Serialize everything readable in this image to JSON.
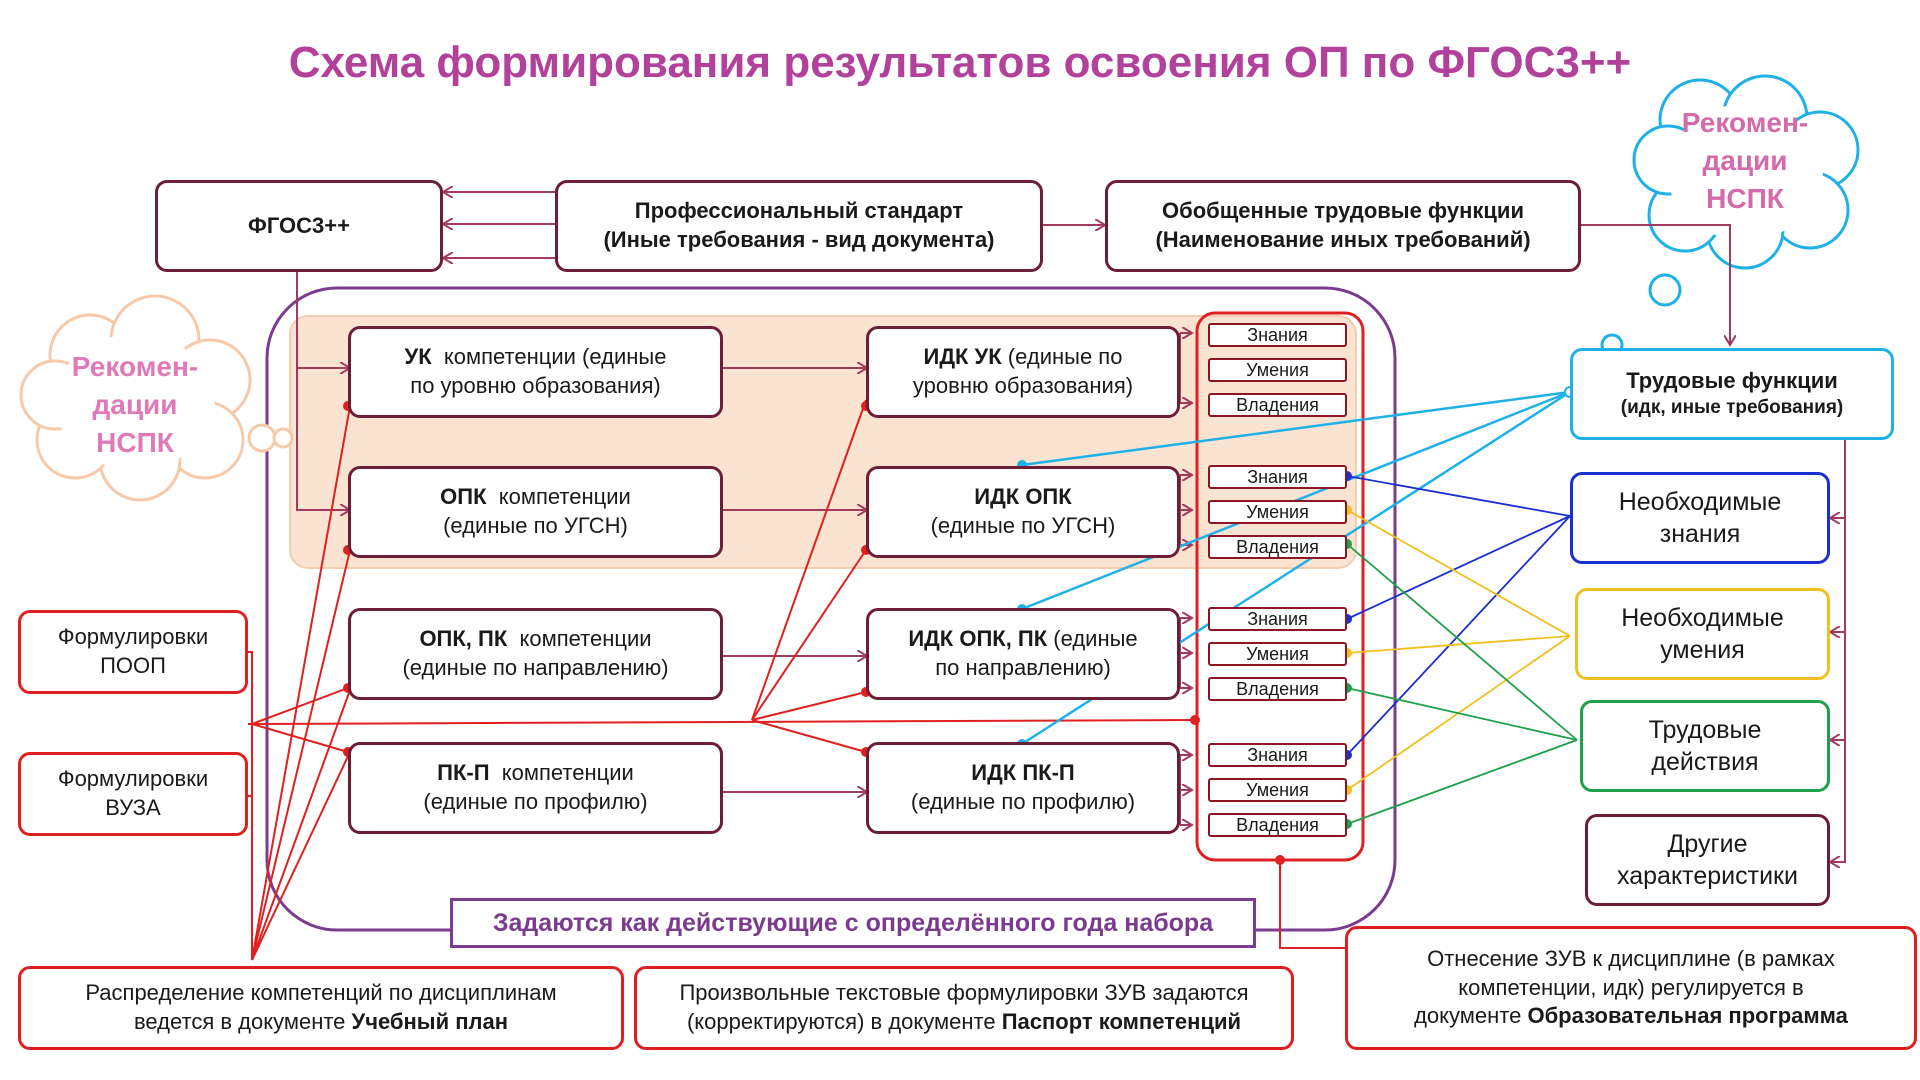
{
  "title": "Схема формирования результатов освоения ОП по ФГОС3++",
  "clouds": {
    "top_right": [
      "Рекомен-",
      "дации",
      "НСПК"
    ],
    "left": [
      "Рекомен-",
      "дации",
      "НСПК"
    ]
  },
  "top": {
    "fgos": "ФГОС3++",
    "prof_standard": [
      "Профессиональный стандарт",
      "(Иные требования - вид документа)"
    ],
    "general_functions": [
      "Обобщенные трудовые функции",
      "(Наименование иных требований)"
    ]
  },
  "competencies": [
    {
      "parts": [
        {
          "t": "УК",
          "b": true
        },
        {
          "t": "  компетенции (единые",
          "b": false
        }
      ],
      "line2": "по уровню образования)"
    },
    {
      "parts": [
        {
          "t": "ОПК",
          "b": true
        },
        {
          "t": "  компетенции",
          "b": false
        }
      ],
      "line2": "(единые по УГСН)"
    },
    {
      "parts": [
        {
          "t": "ОПК, ПК",
          "b": true
        },
        {
          "t": "  компетенции",
          "b": false
        }
      ],
      "line2": "(единые по направлению)"
    },
    {
      "parts": [
        {
          "t": "ПК-П",
          "b": true
        },
        {
          "t": "  компетенции",
          "b": false
        }
      ],
      "line2": "(единые по профилю)"
    }
  ],
  "indicators": [
    {
      "parts": [
        {
          "t": "ИДК УК",
          "b": true
        },
        {
          "t": " (единые по",
          "b": false
        }
      ],
      "line2": "уровню образования)"
    },
    {
      "parts": [
        {
          "t": "ИДК ОПК",
          "b": true
        }
      ],
      "line2": "(единые по УГСН)"
    },
    {
      "parts": [
        {
          "t": "ИДК ОПК, ПК",
          "b": true
        },
        {
          "t": " (единые",
          "b": false
        }
      ],
      "line2": "по направлению)"
    },
    {
      "parts": [
        {
          "t": "ИДК ПК-П",
          "b": true
        }
      ],
      "line2": "(единые по профилю)"
    }
  ],
  "zuv_labels": [
    "Знания",
    "Умения",
    "Владения"
  ],
  "sources": {
    "poop": [
      "Формулировки",
      "ПООП"
    ],
    "vuz": [
      "Формулировки",
      "ВУЗА"
    ]
  },
  "year_label": "Задаются как действующие с определённого года набора",
  "right": {
    "labor_functions": [
      "Трудовые функции",
      "(идк,  иные требования)"
    ],
    "knowledge": [
      "Необходимые",
      "знания"
    ],
    "skills": [
      "Необходимые",
      "умения"
    ],
    "actions": [
      "Трудовые",
      "действия"
    ],
    "other": [
      "Другие",
      "характеристики"
    ]
  },
  "bottom": {
    "plan": {
      "line1": "Распределение компетенций по дисциплинам",
      "line2_prefix": "ведется в документе ",
      "line2_bold": "Учебный план"
    },
    "passport": {
      "line1": "Произвольные текстовые формулировки ЗУВ задаются",
      "line2_prefix": "(корректируются) в документе ",
      "line2_bold": "Паспорт компетенций"
    },
    "program": {
      "line1": "Отнесение ЗУВ к дисциплине (в рамках",
      "line2": "компетенции, идк) регулируется в",
      "line3_prefix": "документе ",
      "line3_bold": "Образовательная программа"
    }
  },
  "colors": {
    "title": "#b2419b",
    "maroon": "#6b1e35",
    "red": "#e02020",
    "blue": "#1a2fd0",
    "amber": "#f0c020",
    "green": "#1fa04a",
    "sky": "#1eb0e6",
    "purple": "#7b3b8f",
    "peach": "#fbe3d2"
  }
}
